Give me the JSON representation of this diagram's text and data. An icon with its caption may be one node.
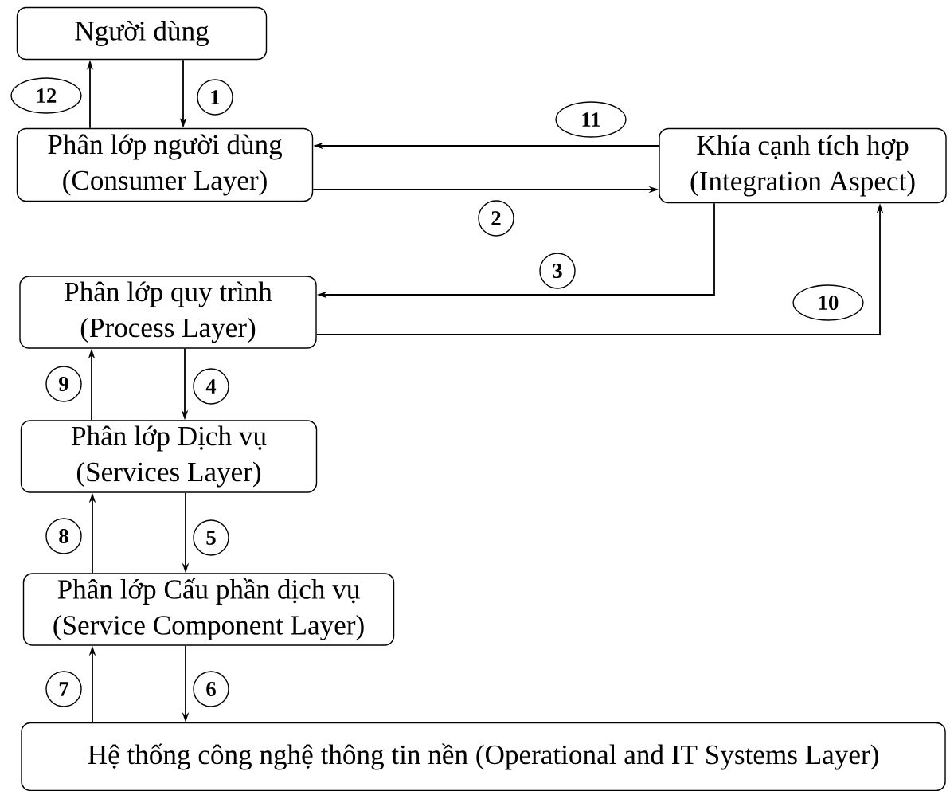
{
  "diagram": {
    "nodes": [
      {
        "text": [
          "Người dùng"
        ]
      },
      {
        "text": [
          "Phân lớp người dùng",
          "(Consumer Layer)"
        ]
      },
      {
        "text": [
          "Khía cạnh tích hợp",
          "(Integration Aspect)"
        ]
      },
      {
        "text": [
          "Phân lớp quy trình",
          "(Process Layer)"
        ]
      },
      {
        "text": [
          "Phân lớp Dịch vụ",
          "(Services Layer)"
        ]
      },
      {
        "text": [
          "Phân lớp Cấu phần dịch vụ",
          "(Service Component Layer)"
        ]
      },
      {
        "text": [
          "Hệ thống công nghệ thông tin nền (Operational and IT Systems Layer)"
        ]
      }
    ],
    "edges": [
      {
        "from": 0,
        "to": 1,
        "arrow": "to",
        "label": "1"
      },
      {
        "from": 1,
        "to": 0,
        "arrow": "to",
        "label": "12"
      },
      {
        "from": 2,
        "to": 1,
        "arrow": "to",
        "label": "11"
      },
      {
        "from": 1,
        "to": 2,
        "arrow": "to",
        "label": "2"
      },
      {
        "from": 2,
        "to": 3,
        "arrow": "to",
        "label": "3"
      },
      {
        "from": 3,
        "to": 2,
        "arrow": "to",
        "label": "10"
      },
      {
        "from": 3,
        "to": 4,
        "arrow": "to",
        "label": "4"
      },
      {
        "from": 4,
        "to": 3,
        "arrow": "to",
        "label": "9"
      },
      {
        "from": 4,
        "to": 5,
        "arrow": "to",
        "label": "5"
      },
      {
        "from": 5,
        "to": 4,
        "arrow": "to",
        "label": "8"
      },
      {
        "from": 5,
        "to": 6,
        "arrow": "to",
        "label": "6"
      },
      {
        "from": 6,
        "to": 5,
        "arrow": "to",
        "label": "7"
      }
    ]
  }
}
